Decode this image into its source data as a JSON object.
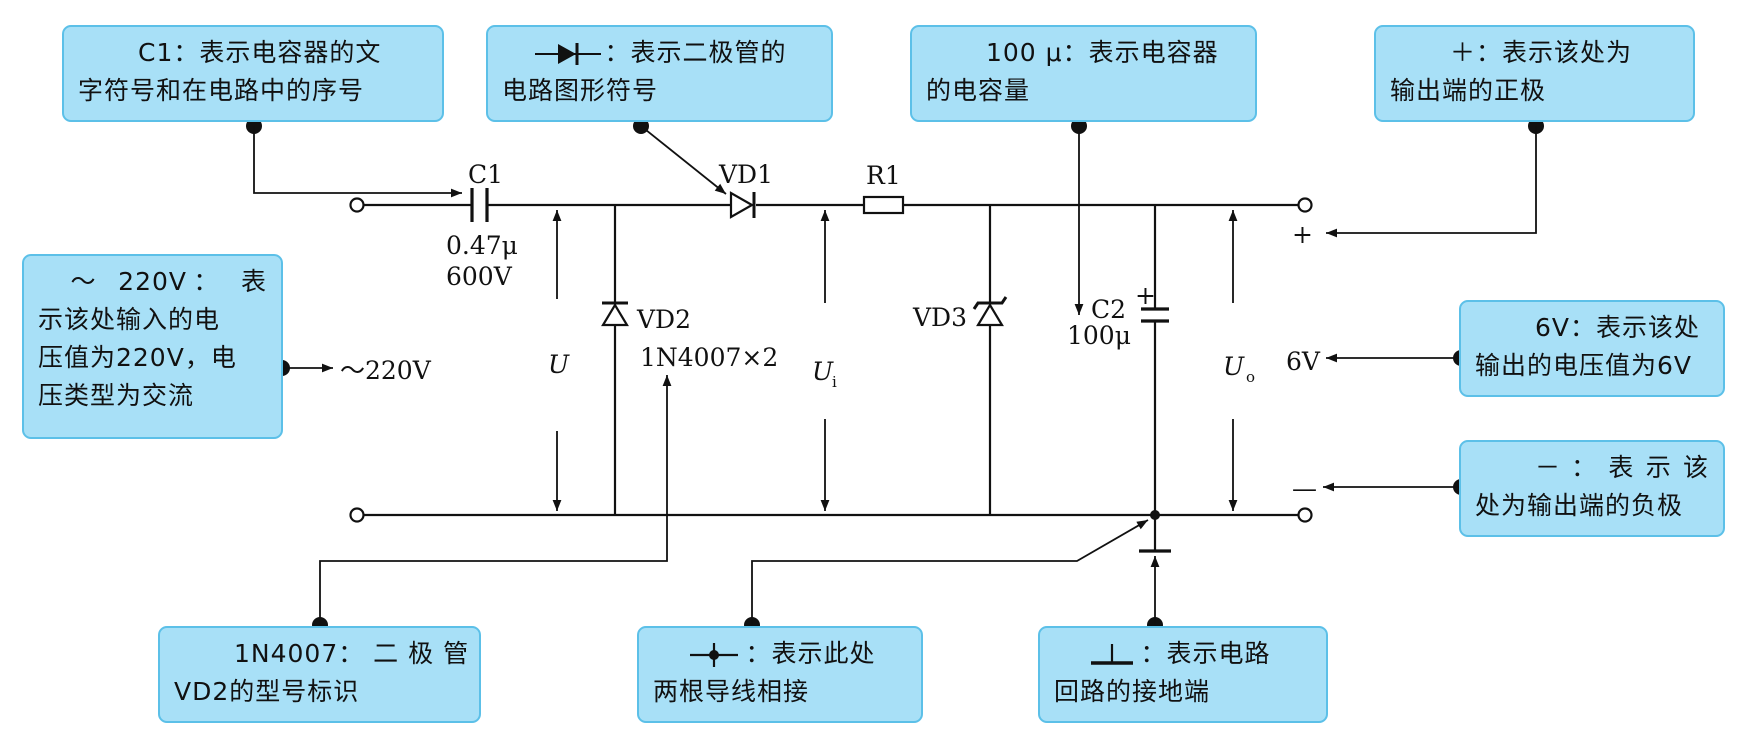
{
  "callouts": {
    "c1": {
      "line1": "C1：表示电容器的文",
      "line2": "字符号和在电路中的序号"
    },
    "diode_symbol": {
      "line1": "：表示二极管的",
      "line2": "电路图形符号"
    },
    "capacitance": {
      "line1": "100 μ：表示电容器",
      "line2": "的电容量"
    },
    "plus": {
      "line1": "＋：表示该处为",
      "line2": "输出端的正极"
    },
    "ac_input": {
      "line1": "～ 220V： 表",
      "line2": "示该处输入的电",
      "line3": "压值为220V，电",
      "line4": "压类型为交流"
    },
    "six_volt": {
      "line1": "6V：表示该处",
      "line2": "输出的电压值为6V"
    },
    "minus": {
      "line1": "－ ： 表 示 该",
      "line2": "处为输出端的负极"
    },
    "model": {
      "line1": "1N4007： 二 极 管",
      "line2": "VD2的型号标识"
    },
    "junction": {
      "line1": "：表示此处",
      "line2": "两根导线相接"
    },
    "ground": {
      "line1": "：表示电路",
      "line2": "回路的接地端"
    }
  },
  "labels": {
    "c1": "C1",
    "c1_value": "0.47μ",
    "c1_voltage": "600V",
    "vd1": "VD1",
    "r1": "R1",
    "vd2": "VD2",
    "vd2_model": "1N4007×2",
    "vd3": "VD3",
    "c2": "C2",
    "c2_value": "100μ",
    "c2_plus": "+",
    "u": "U",
    "ui": "U",
    "ui_sub": "i",
    "uo": "U",
    "uo_sub": "o",
    "ac_input": "～220V",
    "output_voltage": "6V",
    "plus_terminal": "+",
    "minus_terminal": "—"
  }
}
